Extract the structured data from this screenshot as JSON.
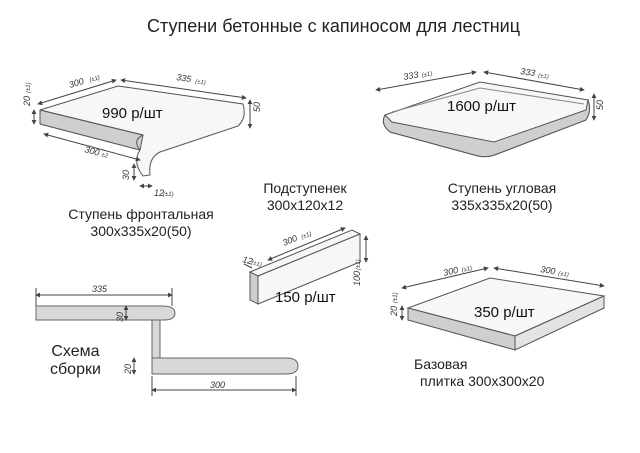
{
  "title": "Ступени бетонные с капиносом для лестниц",
  "front_step": {
    "label_line1": "Ступень фронтальная",
    "label_line2": "300x335x20(50)",
    "price": "990 р/шт",
    "dims": [
      "300",
      "(±1)",
      "335",
      "(±1)",
      "20",
      "(±1)",
      "50",
      "300",
      "±2",
      "30",
      "12",
      "(±1)"
    ]
  },
  "corner_step": {
    "label_line1": "Ступень угловая",
    "label_line2": "335x335x20(50)",
    "price": "1600 р/шт",
    "dims": [
      "333",
      "(±1)",
      "333",
      "(±1)",
      "50"
    ]
  },
  "riser": {
    "label_line1": "Подступенек",
    "label_line2": "300x120x12",
    "price": "150 р/шт",
    "dims": [
      "300",
      "(±1)",
      "12",
      "(±1)",
      "100",
      "(±1)"
    ]
  },
  "base_tile": {
    "label_line1": "Базовая",
    "label_line2": "плитка  300x300x20",
    "price": "350 р/шт",
    "dims": [
      "300",
      "(±1)",
      "300",
      "(±1)",
      "20",
      "(±1)"
    ]
  },
  "assembly": {
    "label_line1": "Схема",
    "label_line2": "сборки",
    "dims": [
      "335",
      "30",
      "20",
      "300"
    ]
  },
  "colors": {
    "face": "#f7f7f7",
    "edge": "#cfcfcf",
    "line": "#555555"
  }
}
